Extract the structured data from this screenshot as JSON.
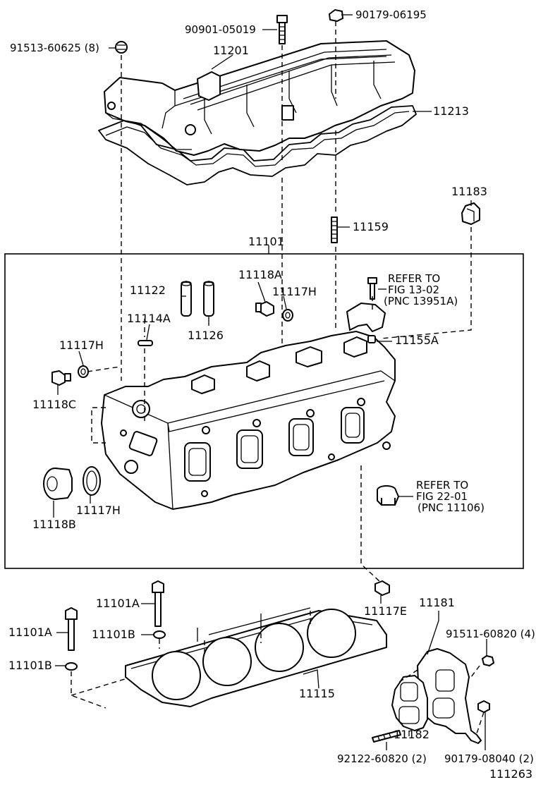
{
  "labels": {
    "p90901_05019": "90901-05019",
    "p90179_06195": "90179-06195",
    "p91513_60625": "91513-60625 (8)",
    "p11201": "11201",
    "p11213": "11213",
    "p11183": "11183",
    "p11159": "11159",
    "p11101": "11101",
    "p11118A": "11118A",
    "p11122": "11122",
    "p11117H_top": "11117H",
    "p11114A": "11114A",
    "p11126": "11126",
    "p11117H_left": "11117H",
    "p11118C": "11118C",
    "p11155A": "11155A",
    "p11118B": "11118B",
    "p11117H_bottom": "11117H",
    "p11101A_a": "11101A",
    "p11101A_b": "11101A",
    "p11101B_a": "11101B",
    "p11101B_b": "11101B",
    "p11117E": "11117E",
    "p11181": "11181",
    "p91511_60820": "91511-60820 (4)",
    "p11115": "11115",
    "p11182": "11182",
    "p92122_60820": "92122-60820 (2)",
    "p90179_08040": "90179-08040 (2)",
    "figure_number": "111263"
  },
  "refer_notes": [
    {
      "line1": "REFER TO",
      "line2": "FIG 13-02",
      "line3": "(PNC 13951A)"
    },
    {
      "line1": "REFER TO",
      "line2": "FIG 22-01",
      "line3": "(PNC 11106)"
    }
  ]
}
